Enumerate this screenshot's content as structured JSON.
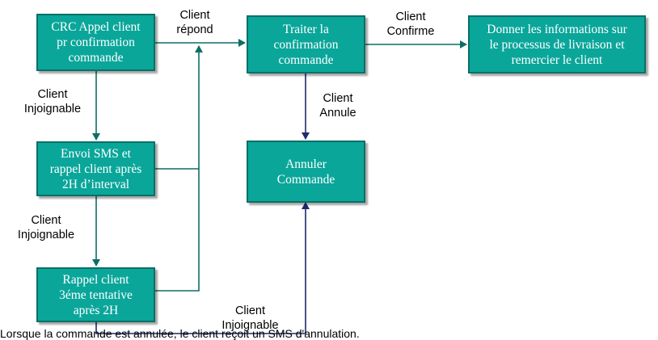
{
  "boxes": {
    "crc": "CRC Appel client\npr confirmation\ncommande",
    "traiter": "Traiter la\nconfirmation\ncommande",
    "donner": "Donner les informations sur\nle processus de livraison et\nremercier le client",
    "envoi": "Envoi SMS et\nrappel client après\n2H d’interval",
    "annuler": "Annuler\nCommande",
    "rappel": "Rappel client\n3éme tentative\naprès 2H"
  },
  "labels": {
    "client_repond": "Client\nrépond",
    "client_confirme": "Client\nConfirme",
    "client_injoignable_1": "Client\nInjoignable",
    "client_annule": "Client\nAnnule",
    "client_injoignable_2": "Client\nInjoignable",
    "client_injoignable_3": "Client\nInjoignable"
  },
  "colors": {
    "box_fill": "#0aa69a",
    "box_border": "#0b6f67",
    "arrow_green": "#0b6f67",
    "arrow_navy": "#1f2a6b"
  },
  "footer_text": "Lorsque la commande est annulée, le client reçoit un SMS d'annulation."
}
